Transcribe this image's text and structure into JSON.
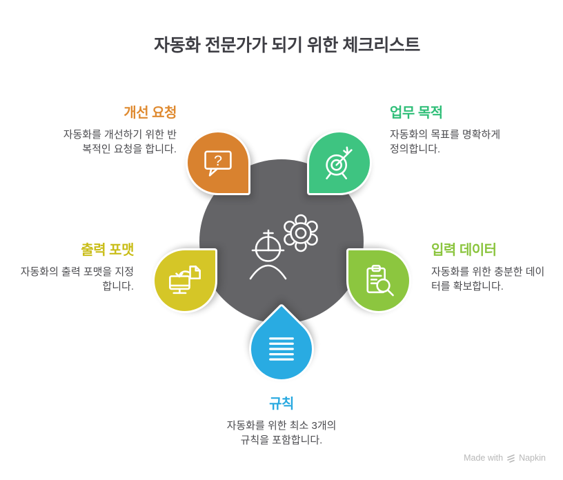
{
  "title": "자동화 전문가가 되기 위한 체크리스트",
  "center": {
    "color": "#646467",
    "icon": "engineer-with-gear"
  },
  "items": [
    {
      "id": "improvement-request",
      "title": "개선 요청",
      "description": "자동화를 개선하기 위한 반\n복적인 요청을 합니다.",
      "color": "#D9822F",
      "title_color": "#DF8A30",
      "icon": "question-speech-bubble",
      "question_mark": "?"
    },
    {
      "id": "work-purpose",
      "title": "업무 목적",
      "description": "자동화의 목표를 명확하게\n정의합니다.",
      "color": "#3EC481",
      "title_color": "#2FBE78",
      "icon": "target-dart"
    },
    {
      "id": "output-format",
      "title": "출력 포맷",
      "description": "자동화의 출력 포맷을 지정\n합니다.",
      "color": "#D5C627",
      "title_color": "#C9BD18",
      "icon": "monitor-document-arrow"
    },
    {
      "id": "input-data",
      "title": "입력 데이터",
      "description": "자동화를 위한 충분한 데이\n터를 확보합니다.",
      "color": "#8CC63F",
      "title_color": "#8AC43D",
      "icon": "clipboard-magnifier"
    },
    {
      "id": "rules",
      "title": "규칙",
      "description": "자동화를 위한 최소 3개의\n규칙을 포함합니다.",
      "color": "#29ABE2",
      "title_color": "#29A9E0",
      "icon": "list-lines"
    }
  ],
  "footer": {
    "made_with": "Made with",
    "brand": "Napkin"
  }
}
